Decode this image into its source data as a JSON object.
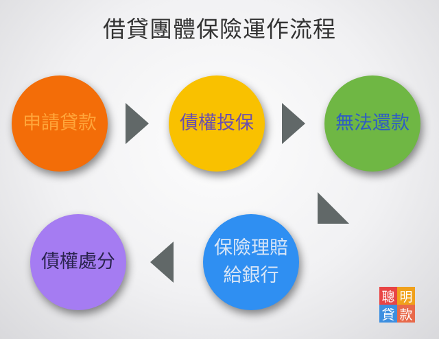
{
  "title": "借貸團體保險運作流程",
  "steps": [
    {
      "label": "申請貸款",
      "color": "#f36d08",
      "text_color": "#ffa53a"
    },
    {
      "label": "債權投保",
      "color": "#f9c100",
      "text_color": "#6b4fae"
    },
    {
      "label": "無法還款",
      "color": "#6fb744",
      "text_color": "#2f5dc2"
    },
    {
      "label": "保險理賠\n給銀行",
      "color": "#2f8ff2",
      "text_color": "#d8e6f7"
    },
    {
      "label": "債權處分",
      "color": "#a57cf2",
      "text_color": "#2b2450"
    }
  ],
  "logo": {
    "chars": [
      "聰",
      "明",
      "貸",
      "款"
    ],
    "colors": [
      "#e84545",
      "#f0a11c",
      "#3d8fe0",
      "#e8694a"
    ]
  }
}
